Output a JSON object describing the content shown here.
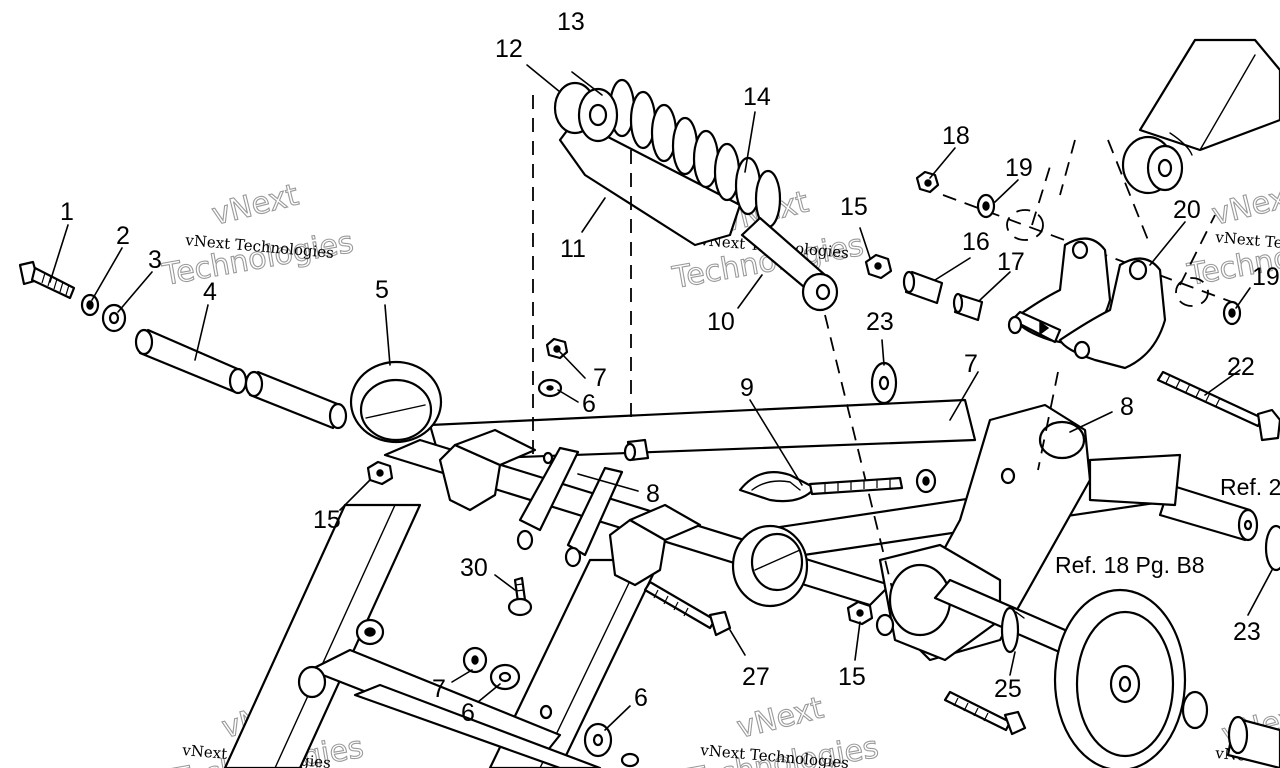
{
  "callouts": [
    "1",
    "2",
    "3",
    "4",
    "5",
    "6",
    "7",
    "8",
    "9",
    "10",
    "11",
    "12",
    "13",
    "14",
    "15",
    "16",
    "17",
    "18",
    "19",
    "20",
    "22",
    "23",
    "25",
    "27",
    "30"
  ],
  "references": {
    "ref_2": "Ref. 2",
    "ref_18": "Ref. 18 Pg. B8"
  },
  "watermark": {
    "company": "vNext Technologies",
    "word1": "vNext",
    "word2": "Technologies"
  }
}
